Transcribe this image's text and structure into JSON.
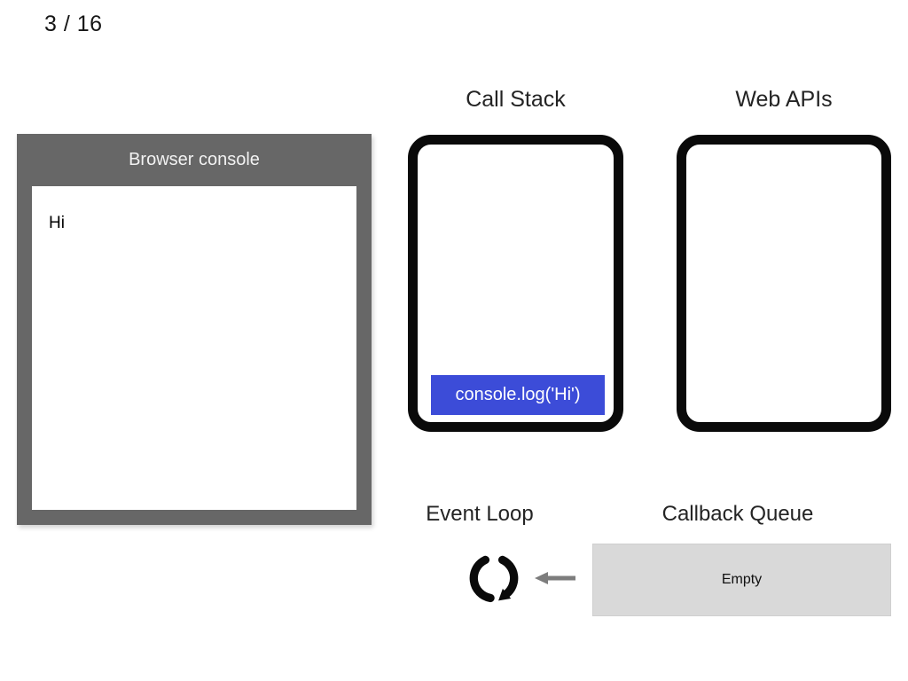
{
  "page": {
    "counter": "3 / 16"
  },
  "console_window": {
    "title": "Browser console",
    "log_lines": [
      "Hi"
    ]
  },
  "call_stack": {
    "title": "Call Stack",
    "frames": [
      "console.log('Hi')"
    ]
  },
  "web_apis": {
    "title": "Web APIs",
    "frames": []
  },
  "event_loop": {
    "title": "Event Loop",
    "icon": "clockwise-loop-arrow-icon"
  },
  "callback_queue": {
    "title": "Callback Queue",
    "status": "Empty",
    "arrow_icon": "left-arrow-icon"
  },
  "colors": {
    "frame_gray": "#676767",
    "stack_frame_blue": "#3c4cd8",
    "queue_gray": "#d9d9d9",
    "panel_border": "#0a0a0a",
    "arrow_gray": "#7d7d7d"
  }
}
